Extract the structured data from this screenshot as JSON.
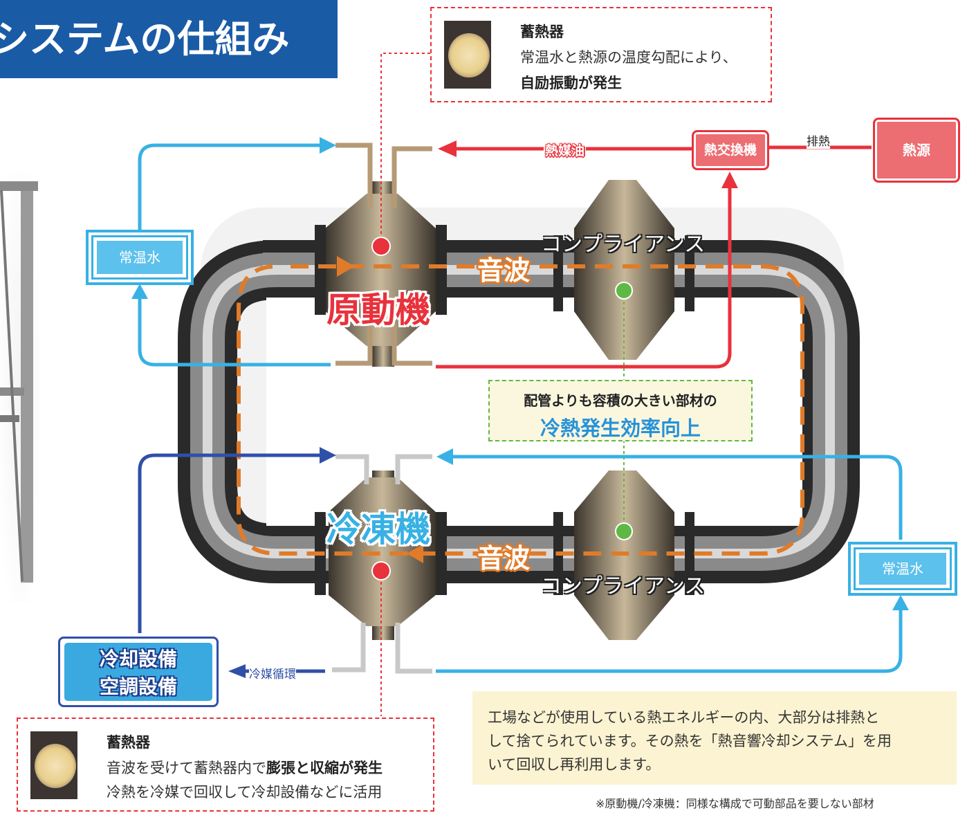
{
  "title": "システムの仕組み",
  "regenerator_top": {
    "title": "蓄熱器",
    "line1": "常温水と熱源の温度勾配により、",
    "line2": "自励振動が発生"
  },
  "regenerator_bottom": {
    "title": "蓄熱器",
    "line1_prefix": "音波を受けて蓄熱器内で",
    "line1_bold": "膨張と収縮が発生",
    "line2": "冷熱を冷媒で回収して冷却設備などに活用"
  },
  "heat_flow": {
    "oil_label": "熱媒油",
    "exchanger_label": "熱交換機",
    "exhaust_label": "排熱",
    "source_label": "熱源"
  },
  "water_left": "常温水",
  "water_right": "常温水",
  "prime_mover": "原動機",
  "refrigerator": "冷凍機",
  "wave_top": "音波",
  "wave_bottom": "音波",
  "compliance_top": "コンプライアンス",
  "compliance_bottom": "コンプライアンス",
  "volume_note": {
    "line1": "配管よりも容積の大きい部材の",
    "line2": "冷熱発生効率向上"
  },
  "cooling": {
    "line1": "冷却設備",
    "line2": "空調設備",
    "refrigerant_label": "冷媒循環"
  },
  "info": {
    "line1": "工場などが使用している熱エネルギーの内、大部分は排熱と",
    "line2": "して捨てられています。その熱を「熱音響冷却システム」を用",
    "line3": "いて回収し再利用します。"
  },
  "footnote": "※原動機/冷凍機：同様な構成で可動部品を要しない部材",
  "colors": {
    "title_bg": "#1a5ba6",
    "red": "#e8323c",
    "light_blue": "#38b1e4",
    "dark_blue": "#2f4fa8",
    "orange": "#e07b29",
    "green": "#5fb845"
  }
}
